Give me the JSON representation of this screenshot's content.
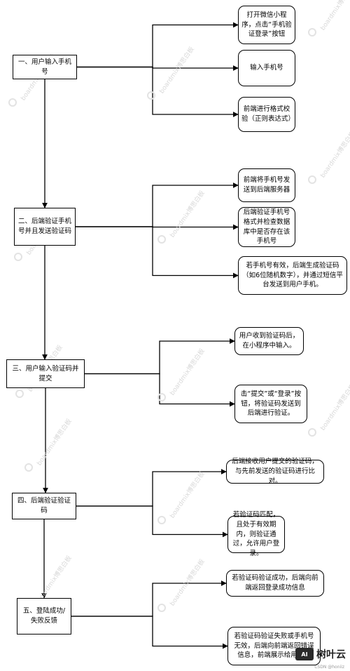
{
  "steps": [
    {
      "id": "s1",
      "text": "一、用户输入手机号"
    },
    {
      "id": "s2",
      "text": "二、后端验证手机号并且发送验证码"
    },
    {
      "id": "s3",
      "text": "三、用户输入验证码并提交"
    },
    {
      "id": "s4",
      "text": "四、后端验证验证码"
    },
    {
      "id": "s5",
      "text": "五、登陆成功/失败反馈"
    }
  ],
  "notes": [
    {
      "id": "n1",
      "step": "s1",
      "text": "打开微信小程序，点击“手机验证登录”按钮"
    },
    {
      "id": "n2",
      "step": "s1",
      "text": "输入手机号"
    },
    {
      "id": "n3",
      "step": "s1",
      "text": "前端进行格式校验（正则表达式）"
    },
    {
      "id": "n4",
      "step": "s2",
      "text": "前端将手机号发送到后端服务器"
    },
    {
      "id": "n5",
      "step": "s2",
      "text": "后端验证手机号格式并检查数据库中是否存在该手机号"
    },
    {
      "id": "n6",
      "step": "s2",
      "text": "若手机号有效，后端生成验证码（如6位随机数字），并通过短信平台发送到用户手机。"
    },
    {
      "id": "n7",
      "step": "s3",
      "text": "用户收到验证码后，在小程序中输入。"
    },
    {
      "id": "n8",
      "step": "s3",
      "text": "击“提交”或“登录”按钮，将验证码发送到后端进行验证。"
    },
    {
      "id": "n9",
      "step": "s4",
      "text": "后端接收用户提交的验证码，与先前发送的验证码进行比对。"
    },
    {
      "id": "n10",
      "step": "s4",
      "text": "若验证码匹配，且处于有效期内，则验证通过，允许用户登录。"
    },
    {
      "id": "n11",
      "step": "s5",
      "text": "若验证码验证成功，后端向前端返回登录成功信息"
    },
    {
      "id": "n12",
      "step": "s5",
      "text": "若验证码验证失败或手机号无效，后端向前端返回错误信息，前端展示给用户。"
    }
  ],
  "watermark": {
    "text": "boardmix博思白板"
  },
  "brand": {
    "logo": "AI",
    "name": "树叶云",
    "credit": "CSDN @honiiz"
  },
  "colors": {
    "stroke": "#000000",
    "background": "#ffffff",
    "watermark": "#d9d9d9"
  }
}
